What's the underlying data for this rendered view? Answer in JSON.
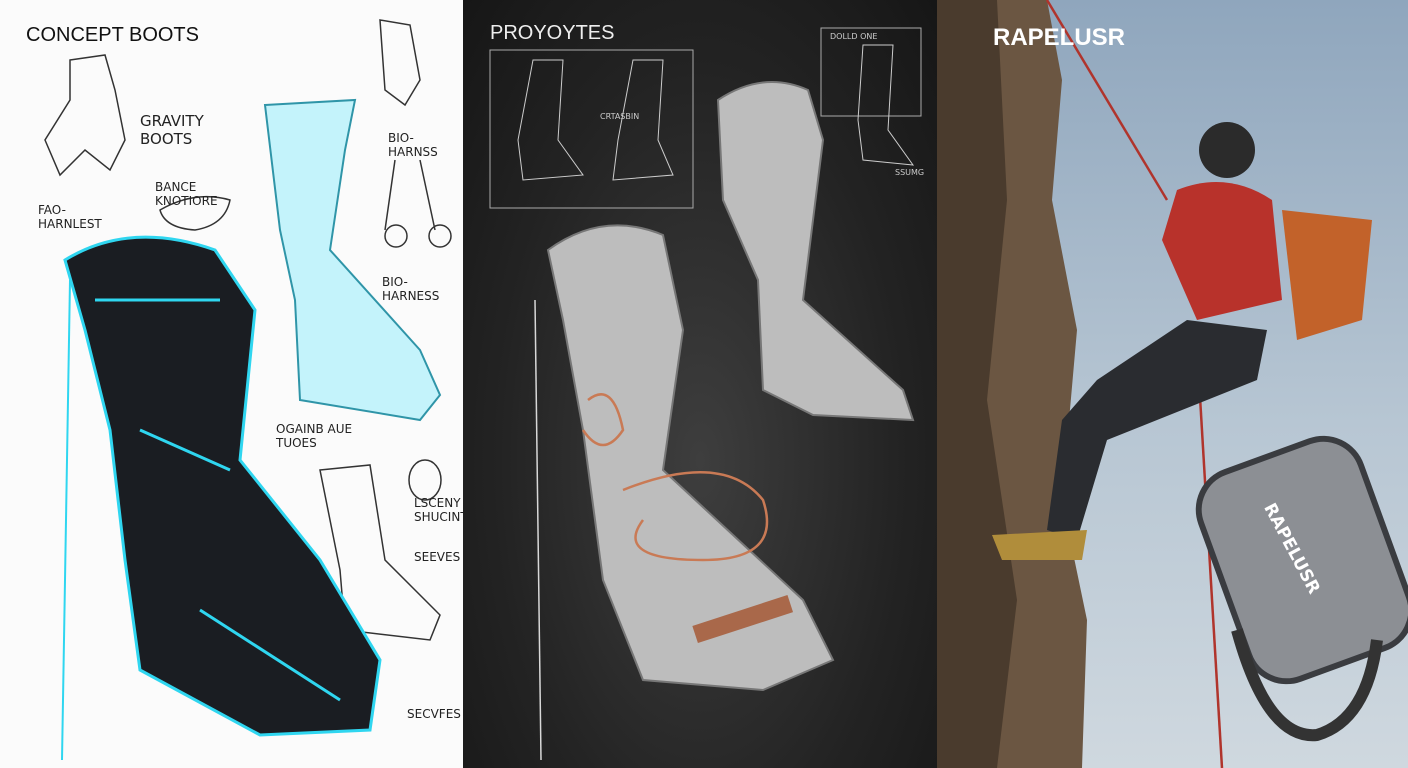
{
  "panels": [
    {
      "title": "CONCEPT BOOTS",
      "labels": [
        "GRAVITY BOOTS",
        "BANCE KNOTIORE",
        "FAO- HARNLEST",
        "BIO-HARNSS",
        "BIO-HARNESS",
        "OGAINB AUE TUOES",
        "LSCENY SHUCINTS",
        "SEEVES",
        "SECVFES"
      ],
      "accent_color": "#2fd6f0"
    },
    {
      "title": "PROYOYTES",
      "labels": [
        "CRTASBIN",
        "DOLLD ONE",
        "SSUMG"
      ]
    },
    {
      "title": "RAPELUSR",
      "device_label": "RAPELUSR"
    }
  ]
}
